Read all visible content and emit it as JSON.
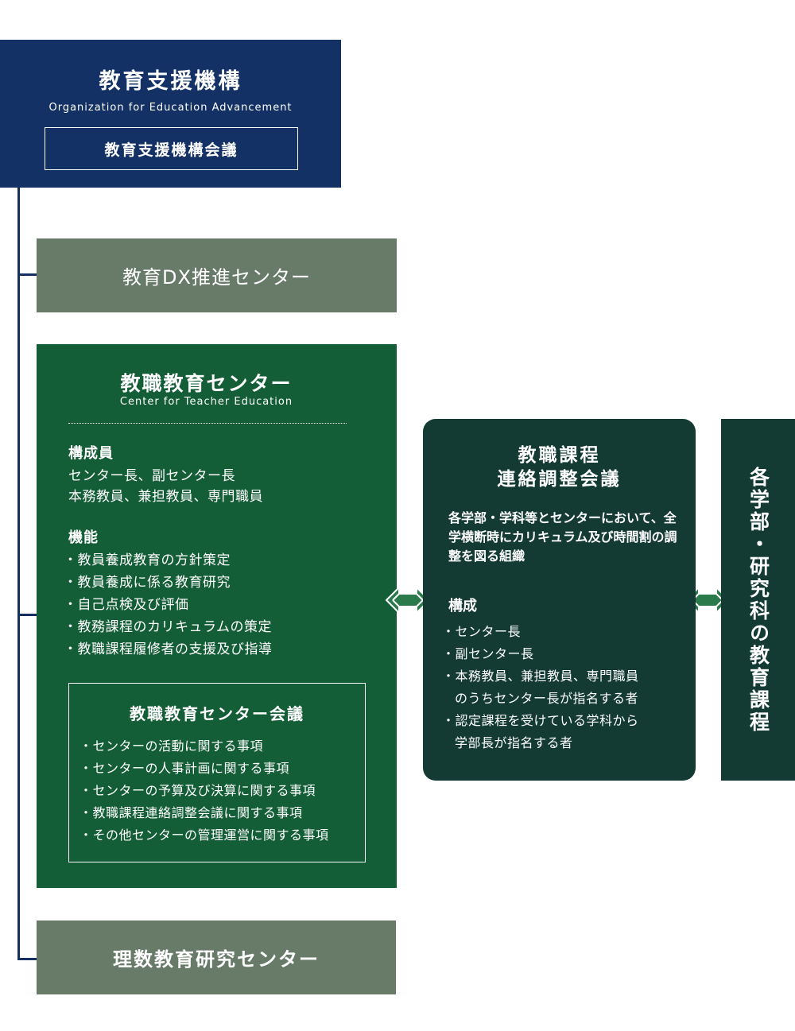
{
  "organization": {
    "title": "教育支援機構",
    "subtitle": "Organization for Education Advancement",
    "council": "教育支援機構会議"
  },
  "dx_center": {
    "label": "教育DX推進センター"
  },
  "teacher_center": {
    "title": "教職教育センター",
    "subtitle": "Center for Teacher Education",
    "members_heading": "構成員",
    "members": [
      "センター長、副センター長",
      "本務教員、兼担教員、専門職員"
    ],
    "functions_heading": "機能",
    "functions": [
      "教員養成教育の方針策定",
      "教員養成に係る教育研究",
      "自己点検及び評価",
      "教務課程のカリキュラムの策定",
      "教職課程履修者の支援及び指導"
    ],
    "council": {
      "title": "教職教育センター会議",
      "items": [
        "センターの活動に関する事項",
        "センターの人事計画に関する事項",
        "センターの予算及び決算に関する事項",
        "教職課程連絡調整会議に関する事項",
        "その他センターの管理運営に関する事項"
      ]
    }
  },
  "liaison_council": {
    "title_line1": "教職課程",
    "title_line2": "連絡調整会議",
    "description": "各学部・学科等とセンターにおいて、全学横断時にカリキュラム及び時間割の調整を図る組織",
    "composition_heading": "構成",
    "composition": [
      "センター長",
      "副センター長",
      "本務教員、兼担教員、専門職員",
      "のうちセンター長が指名する者",
      "認定課程を受けている学科から",
      "学部長が指名する者"
    ]
  },
  "faculties": {
    "label": "各学部・研究科の教育課程"
  },
  "science_center": {
    "label": "理数教育研究センター"
  },
  "colors": {
    "navy": "#133164",
    "grey_green": "#687b69",
    "green": "#145e37",
    "dark_green": "#133b34",
    "arrow": "#2a7a4c"
  }
}
